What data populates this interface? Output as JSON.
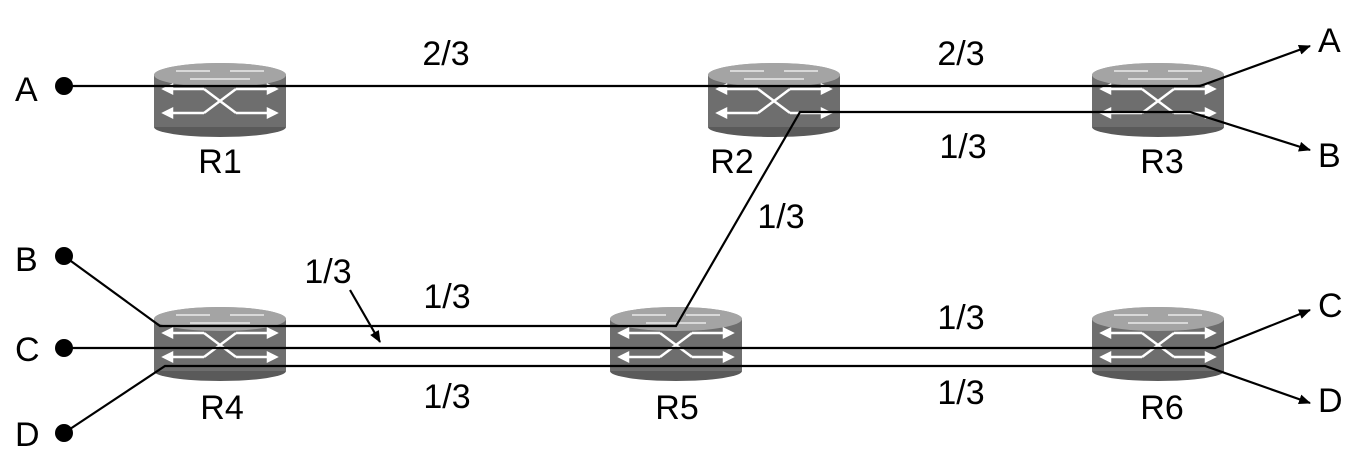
{
  "nodes": {
    "src_a": "A",
    "src_b": "B",
    "src_c": "C",
    "src_d": "D",
    "dst_a": "A",
    "dst_b": "B",
    "dst_c": "C",
    "dst_d": "D"
  },
  "routers": {
    "r1": "R1",
    "r2": "R2",
    "r3": "R3",
    "r4": "R4",
    "r5": "R5",
    "r6": "R6"
  },
  "link_labels": {
    "r1_r2": "2/3",
    "r2_r3_top": "2/3",
    "r2_r3_bottom": "1/3",
    "r5_r2": "1/3",
    "r4_r5_arrow": "1/3",
    "r4_r5_top": "1/3",
    "r4_r5_bottom": "1/3",
    "r5_r6_top": "1/3",
    "r5_r6_bottom": "1/3"
  },
  "colors": {
    "router_body": "#6e6e6e",
    "router_top": "#9a9a9a",
    "router_arrow": "#ffffff",
    "line": "#000000"
  }
}
